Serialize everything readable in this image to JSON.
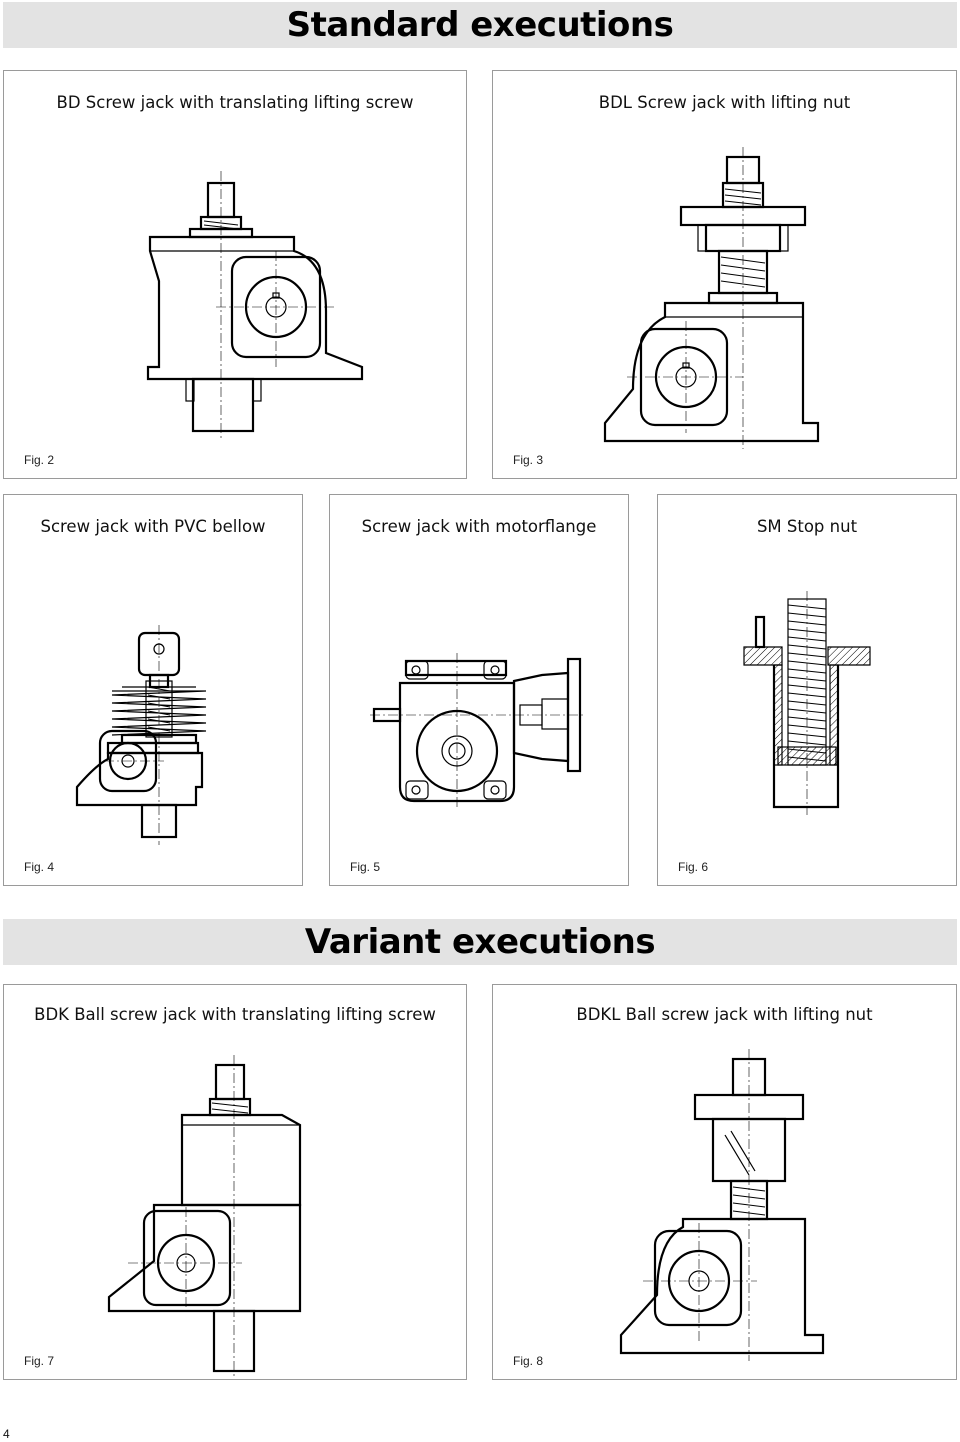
{
  "sections": {
    "standard_title": "Standard executions",
    "variant_title": "Variant executions"
  },
  "figures": [
    {
      "title": "BD Screw jack with translating lifting screw",
      "label": "Fig. 2"
    },
    {
      "title": "BDL Screw jack with lifting nut",
      "label": "Fig. 3"
    },
    {
      "title": "Screw jack with PVC bellow",
      "label": "Fig. 4"
    },
    {
      "title": "Screw jack with motorflange",
      "label": "Fig. 5"
    },
    {
      "title": "SM Stop nut",
      "label": "Fig. 6"
    },
    {
      "title": "BDK Ball screw jack with translating lifting screw",
      "label": "Fig. 7"
    },
    {
      "title": "BDKL Ball screw jack with lifting nut",
      "label": "Fig. 8"
    }
  ],
  "page_number": "4"
}
